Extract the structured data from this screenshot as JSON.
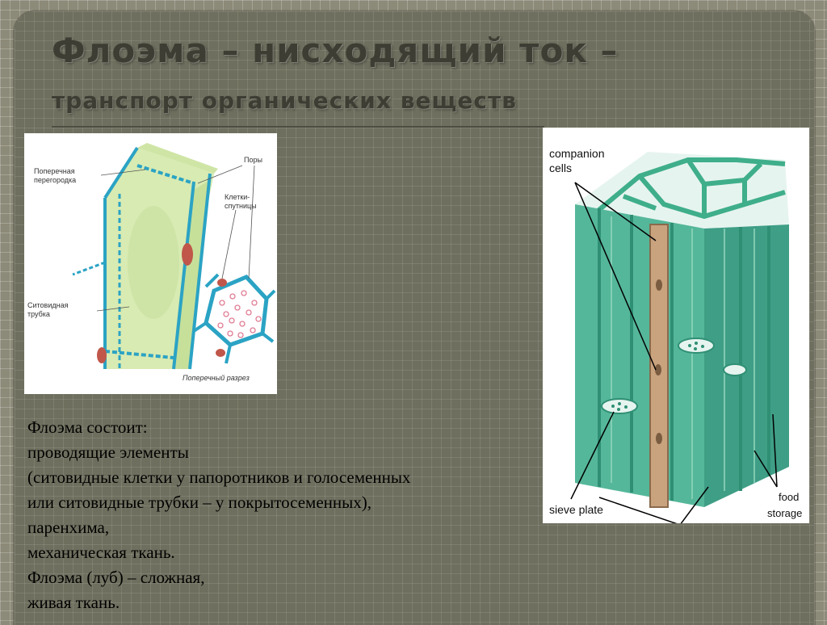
{
  "slide": {
    "title": "Флоэма – нисходящий ток –",
    "subtitle": "транспорт органических веществ"
  },
  "figure_left": {
    "labels": {
      "transverse_wall_1": "Поперечная",
      "transverse_wall_2": "перегородка",
      "pores": "Поры",
      "companion_cells_1": "Клетки-",
      "companion_cells_2": "спутницы",
      "sieve_tube_1": "Ситовидная",
      "sieve_tube_2": "трубка",
      "cross_section": "Поперечный разрез"
    }
  },
  "figure_right": {
    "labels": {
      "companion_cells_1": "companion",
      "companion_cells_2": "cells",
      "sieve_plate": "sieve plate",
      "food_storage_1": "food",
      "food_storage_2": "storage"
    }
  },
  "body_text": {
    "lines": [
      "Флоэма состоит:",
      "проводящие элементы",
      "(ситовидные клетки  у папоротников и голосеменных",
      "или  ситовидные трубки – у покрытосеменных),",
      "паренхима,",
      "механическая ткань.",
      "Флоэма (луб) – сложная,",
      "живая ткань."
    ]
  },
  "colors": {
    "background": "#8c8a78",
    "panel": "#6f6f5f",
    "title": "#3d3d33",
    "cell_wall": "#2ba3c4",
    "cell_fill": "#d8ebb2",
    "tissue_green": "#3fae8a"
  }
}
